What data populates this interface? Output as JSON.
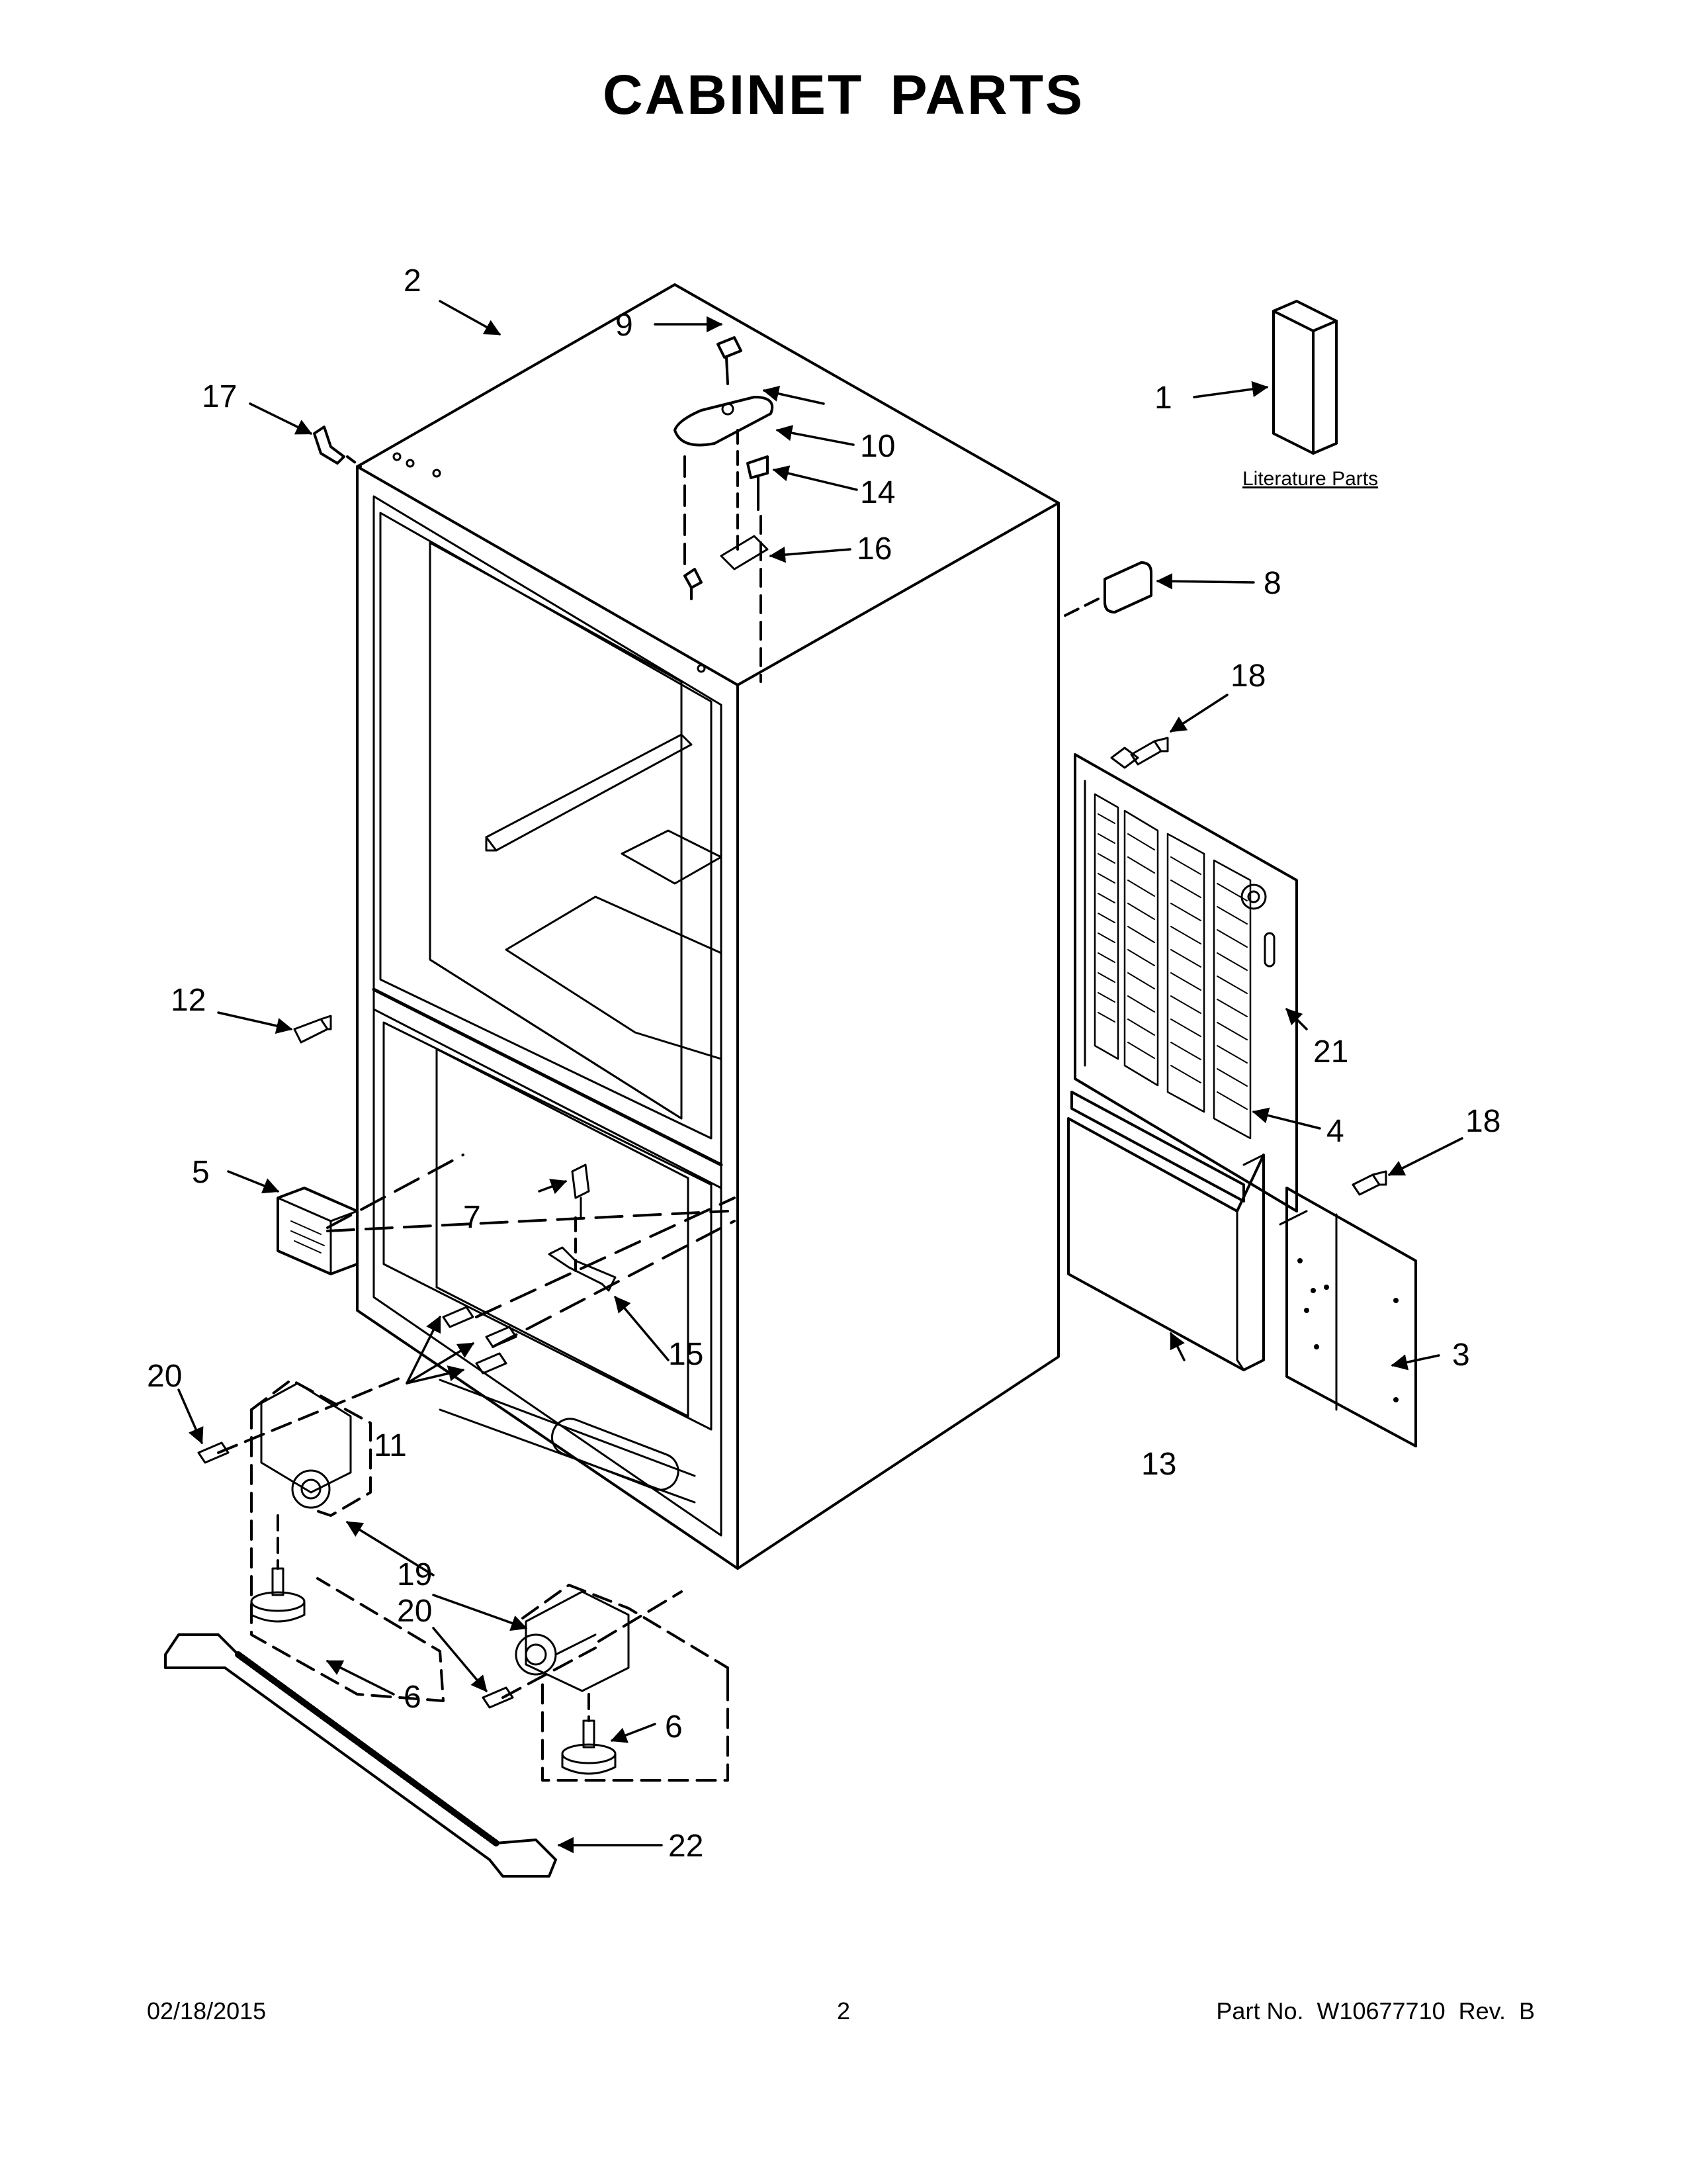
{
  "title": "CABINET PARTS",
  "literature_label": "Literature Parts",
  "callouts": [
    "1",
    "2",
    "3",
    "4",
    "5",
    "6",
    "6",
    "7",
    "8",
    "9",
    "10",
    "11",
    "12",
    "13",
    "14",
    "15",
    "16",
    "17",
    "18",
    "18",
    "19",
    "20",
    "20",
    "21",
    "22"
  ],
  "footer": {
    "date": "02/18/2015",
    "page": "2",
    "part": "Part No.  W10677710  Rev.  B"
  }
}
